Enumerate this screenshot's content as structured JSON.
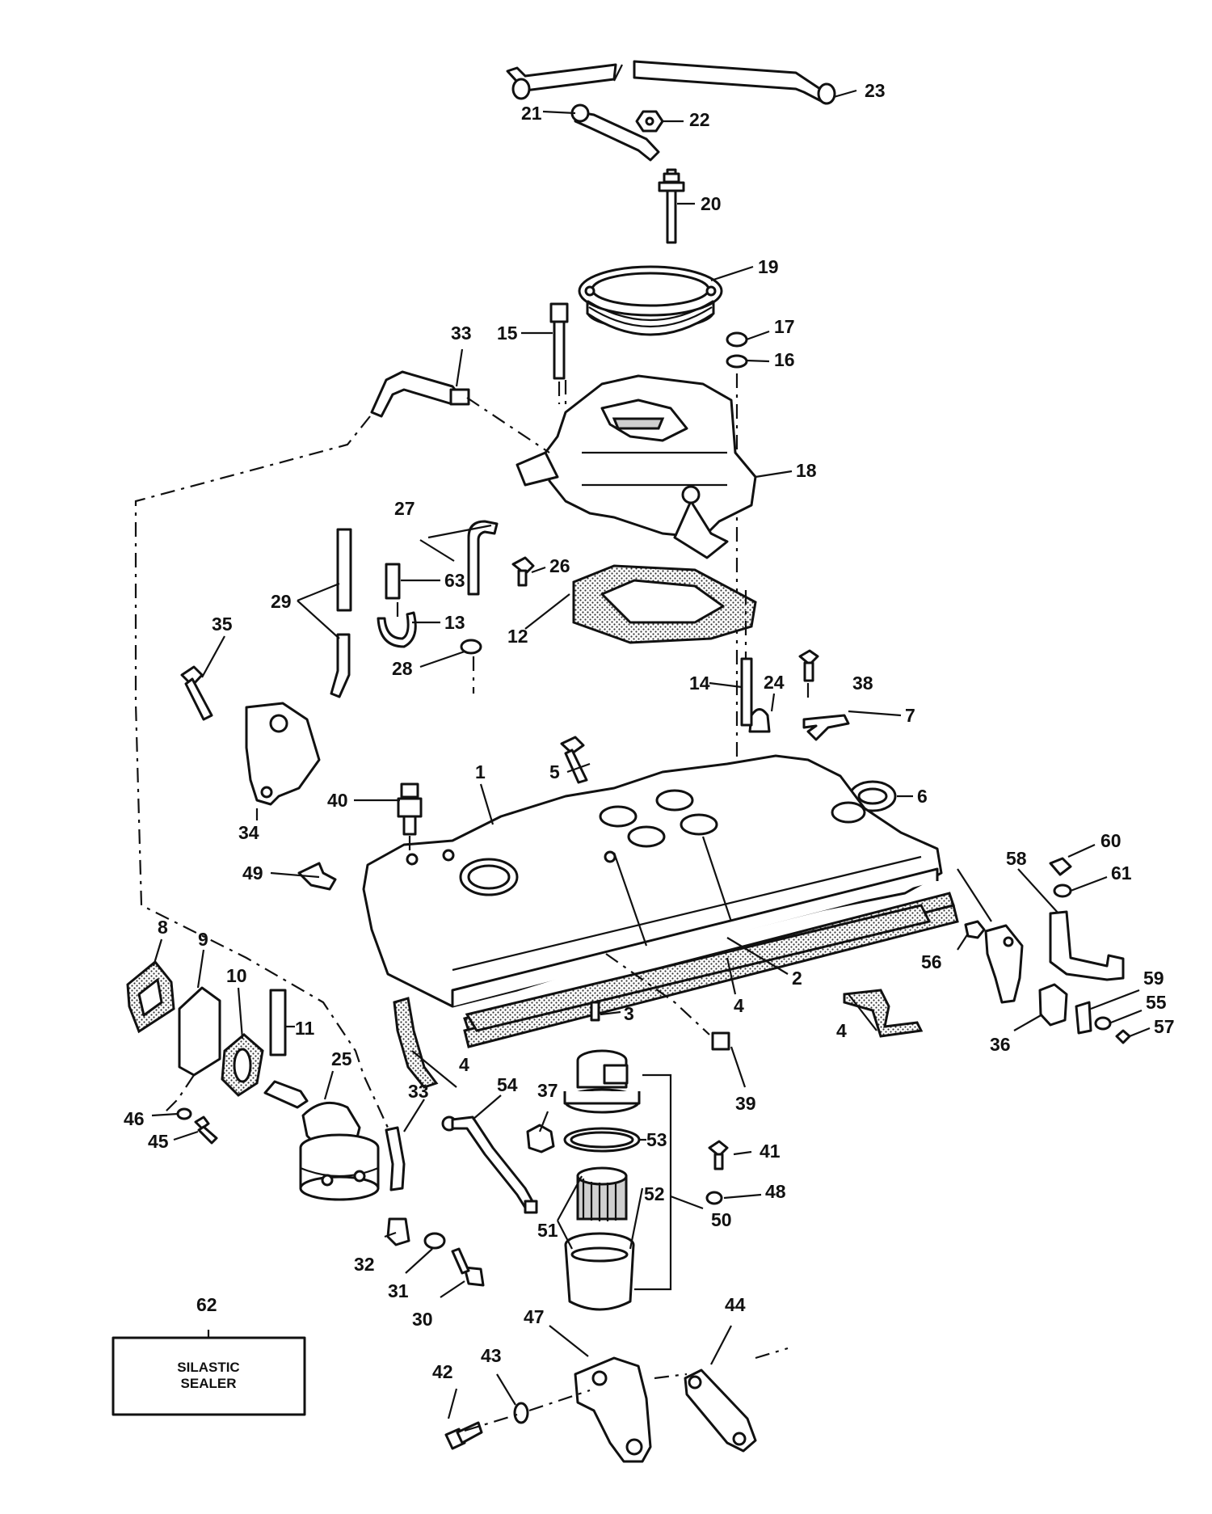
{
  "labels": {
    "p1": "1",
    "p2": "2",
    "p3": "3",
    "p4a": "4",
    "p4b": "4",
    "p4c": "4",
    "p5": "5",
    "p6": "6",
    "p7": "7",
    "p8": "8",
    "p9": "9",
    "p10": "10",
    "p11": "11",
    "p12": "12",
    "p13": "13",
    "p14": "14",
    "p15": "15",
    "p16": "16",
    "p17": "17",
    "p18": "18",
    "p19": "19",
    "p20": "20",
    "p21": "21",
    "p22": "22",
    "p23": "23",
    "p24": "24",
    "p25": "25",
    "p26": "26",
    "p27": "27",
    "p28": "28",
    "p29": "29",
    "p30": "30",
    "p31": "31",
    "p32": "32",
    "p33a": "33",
    "p33b": "33",
    "p34": "34",
    "p35": "35",
    "p36": "36",
    "p37": "37",
    "p38": "38",
    "p39": "39",
    "p40": "40",
    "p41": "41",
    "p42": "42",
    "p43": "43",
    "p44": "44",
    "p45": "45",
    "p46": "46",
    "p47": "47",
    "p48": "48",
    "p49": "49",
    "p50": "50",
    "p51": "51",
    "p52": "52",
    "p53": "53",
    "p54": "54",
    "p55": "55",
    "p56": "56",
    "p57": "57",
    "p58": "58",
    "p59": "59",
    "p60": "60",
    "p61": "61",
    "p62": "62",
    "p63": "63"
  },
  "note_box": {
    "line1": "SILASTIC",
    "line2": "SEALER"
  }
}
